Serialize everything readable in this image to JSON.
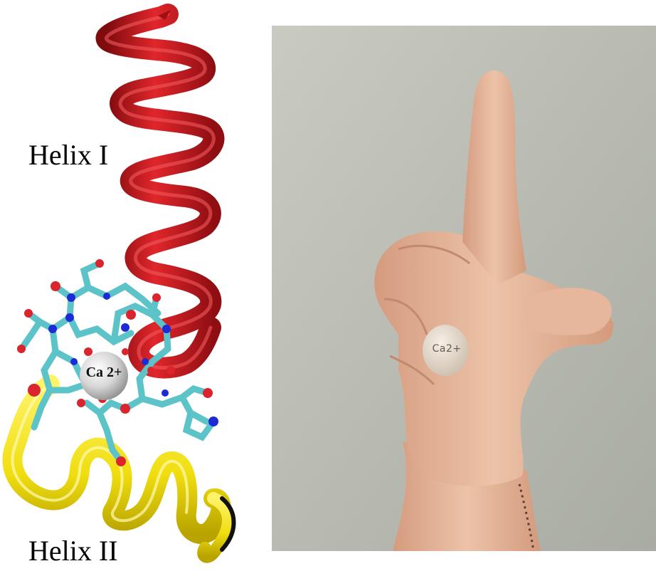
{
  "panels": {
    "left": {
      "helix_top_label": "Helix I",
      "helix_bottom_label": "Helix II",
      "ion_label": "Ca 2+"
    },
    "right": {
      "ball_label": "Ca2+"
    }
  },
  "colors": {
    "helix_one": "#c8161b",
    "helix_two": "#f2e61c",
    "carbon_stick": "#5cc3c8",
    "oxygen": "#d9252b",
    "nitrogen": "#1c2bd6",
    "calcium": "#d8d8d8",
    "photo_background": "#bdbfb5",
    "skin": "#e6b79c"
  }
}
